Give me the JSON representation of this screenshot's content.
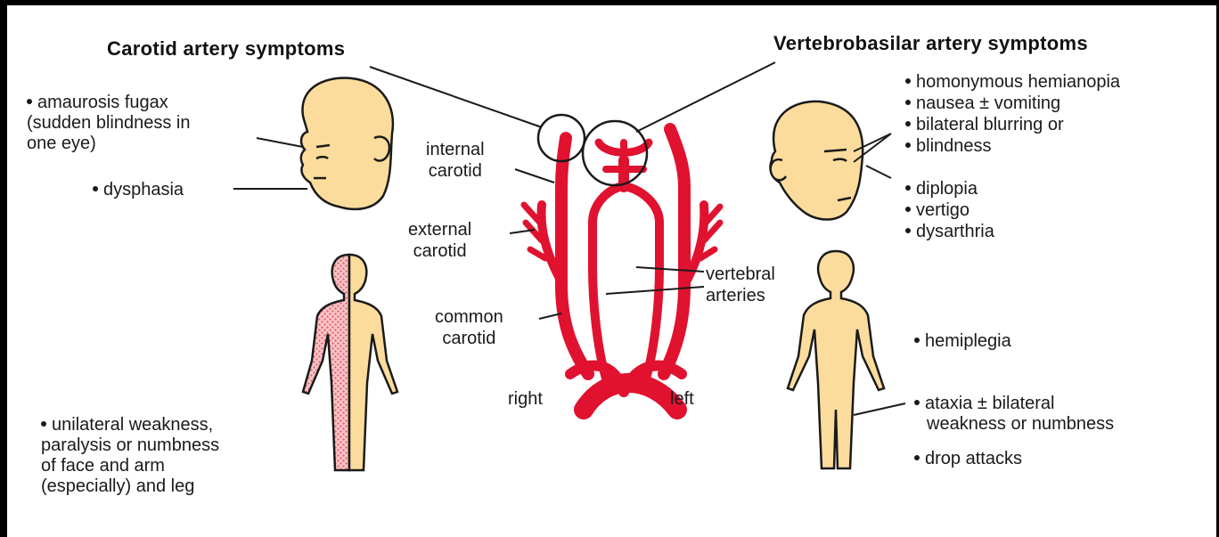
{
  "carotid": {
    "heading": "Carotid artery symptoms",
    "eye_symptom": {
      "line1": "amaurosis fugax",
      "line2": "(sudden blindness in",
      "line3": "one eye)"
    },
    "speech_symptom": "dysphasia",
    "body_symptom": {
      "line1": "unilateral weakness,",
      "line2": "paralysis or numbness",
      "line3": "of face and arm",
      "line4": "(especially) and leg"
    }
  },
  "vertebrobasilar": {
    "heading": "Vertebrobasilar artery symptoms",
    "head_symptoms_top": [
      "homonymous hemianopia",
      "nausea ± vomiting",
      "bilateral blurring or",
      "blindness"
    ],
    "head_symptoms_bottom": [
      "diplopia",
      "vertigo",
      "dysarthria"
    ],
    "body_symptoms": {
      "hemiplegia": "hemiplegia",
      "ataxia_line1": "ataxia ± bilateral",
      "ataxia_line2": "weakness or numbness",
      "drop": "drop attacks"
    }
  },
  "arteries": {
    "internal_line1": "internal",
    "internal_line2": "carotid",
    "external_line1": "external",
    "external_line2": "carotid",
    "vertebral_line1": "vertebral",
    "vertebral_line2": "arteries",
    "common_line1": "common",
    "common_line2": "carotid",
    "right": "right",
    "left": "left"
  },
  "colors": {
    "artery": "#e0122f",
    "skin": "#fcdc9c",
    "affected": "#f2a8b0",
    "outline": "#1a1a1a"
  }
}
